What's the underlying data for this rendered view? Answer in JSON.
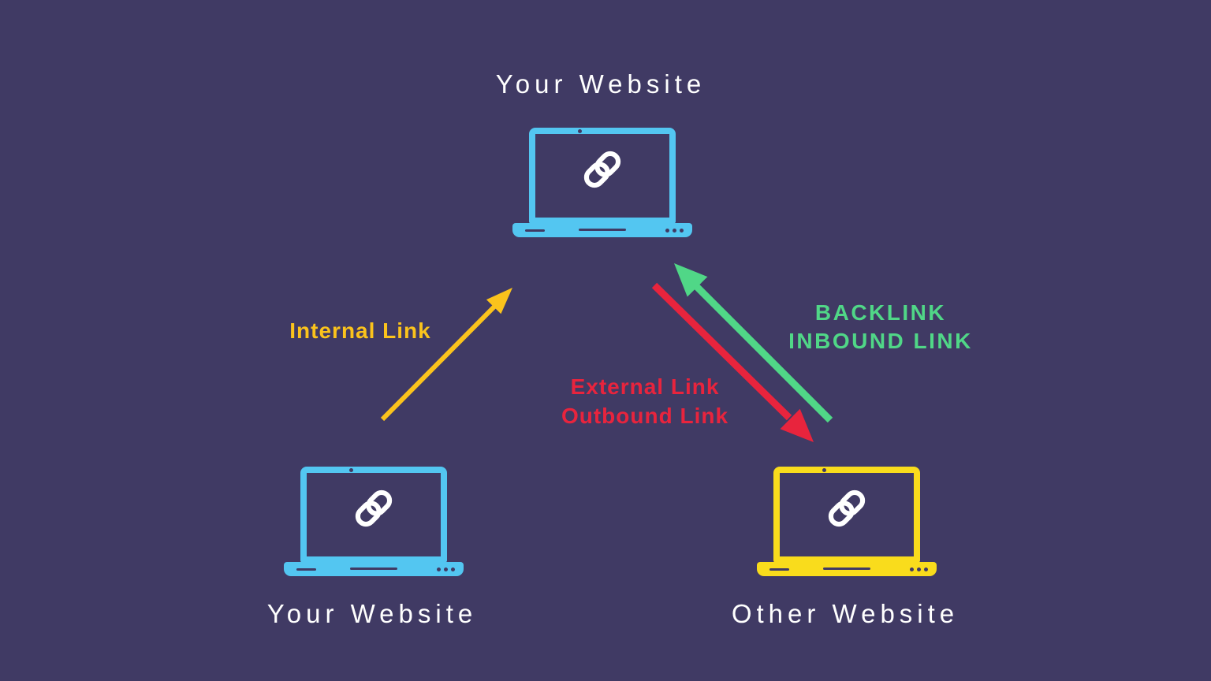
{
  "page": {
    "background": "#403A64"
  },
  "nodes": {
    "top": {
      "label": "Your Website",
      "laptop_color": "#53C6F1",
      "screen_icon": "chain-link"
    },
    "bottom_left": {
      "label": "Your Website",
      "laptop_color": "#53C6F1",
      "screen_icon": "chain-link"
    },
    "bottom_right": {
      "label": "Other Website",
      "laptop_color": "#F9DC1C",
      "screen_icon": "chain-link"
    }
  },
  "edges": {
    "internal": {
      "label": "Internal Link",
      "color": "#FBC31C",
      "from": "Your Website (bottom)",
      "to": "Your Website (top)"
    },
    "external": {
      "lines": [
        "External Link",
        "Outbound Link"
      ],
      "color": "#E8243D",
      "from": "Your Website (top)",
      "to": "Other Website"
    },
    "backlink": {
      "lines": [
        "BACKLINK",
        "INBOUND LINK"
      ],
      "color": "#50D787",
      "from": "Other Website",
      "to": "Your Website (top)"
    }
  }
}
